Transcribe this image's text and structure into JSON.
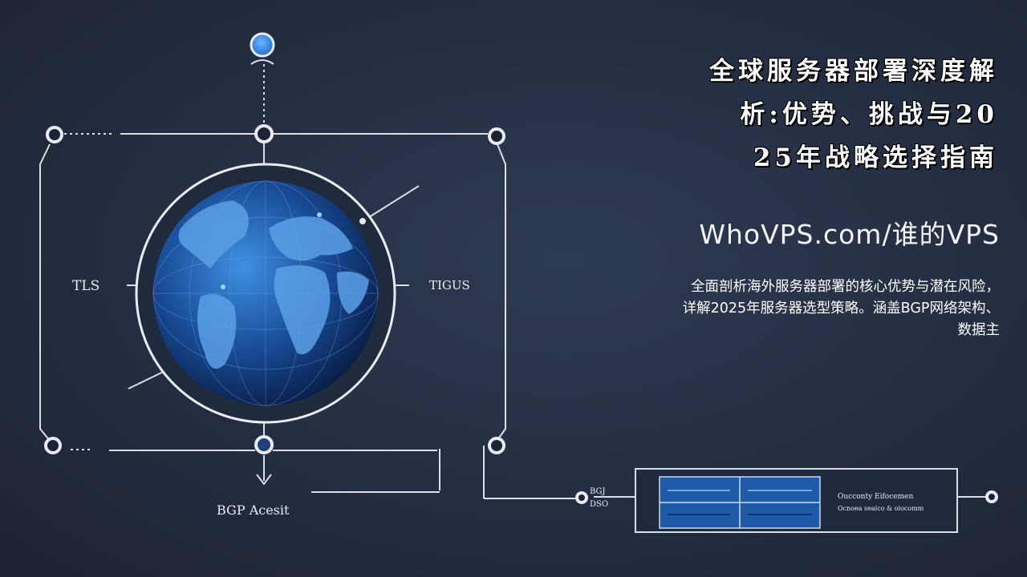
{
  "article": {
    "title_lines": [
      "全球服务器部署深度解",
      "析:优势、挑战与20",
      "25年战略选择指南"
    ],
    "site": "WhoVPS.com/谁的VPS",
    "description_lines": [
      "全面剖析海外服务器部署的核心优势与潜在风险，",
      "详解2025年服务器选型策略。涵盖BGP网络架构、",
      "数据主"
    ]
  },
  "diagram": {
    "label_left": "TLS",
    "label_right": "TIGUS",
    "label_bottom": "BGP Acesit",
    "server_label_1": "Oucconty Eifocemen",
    "server_label_2": "Ocnoea seaico & oiocomm",
    "side_label_1": "BGJ",
    "side_label_2": "DSO"
  },
  "colors": {
    "background": "#242e42",
    "line": "#d9dee7",
    "globe_dark": "#0d2b66",
    "globe_light": "#3f8fe0",
    "panel_blue": "#1d5ba8"
  }
}
